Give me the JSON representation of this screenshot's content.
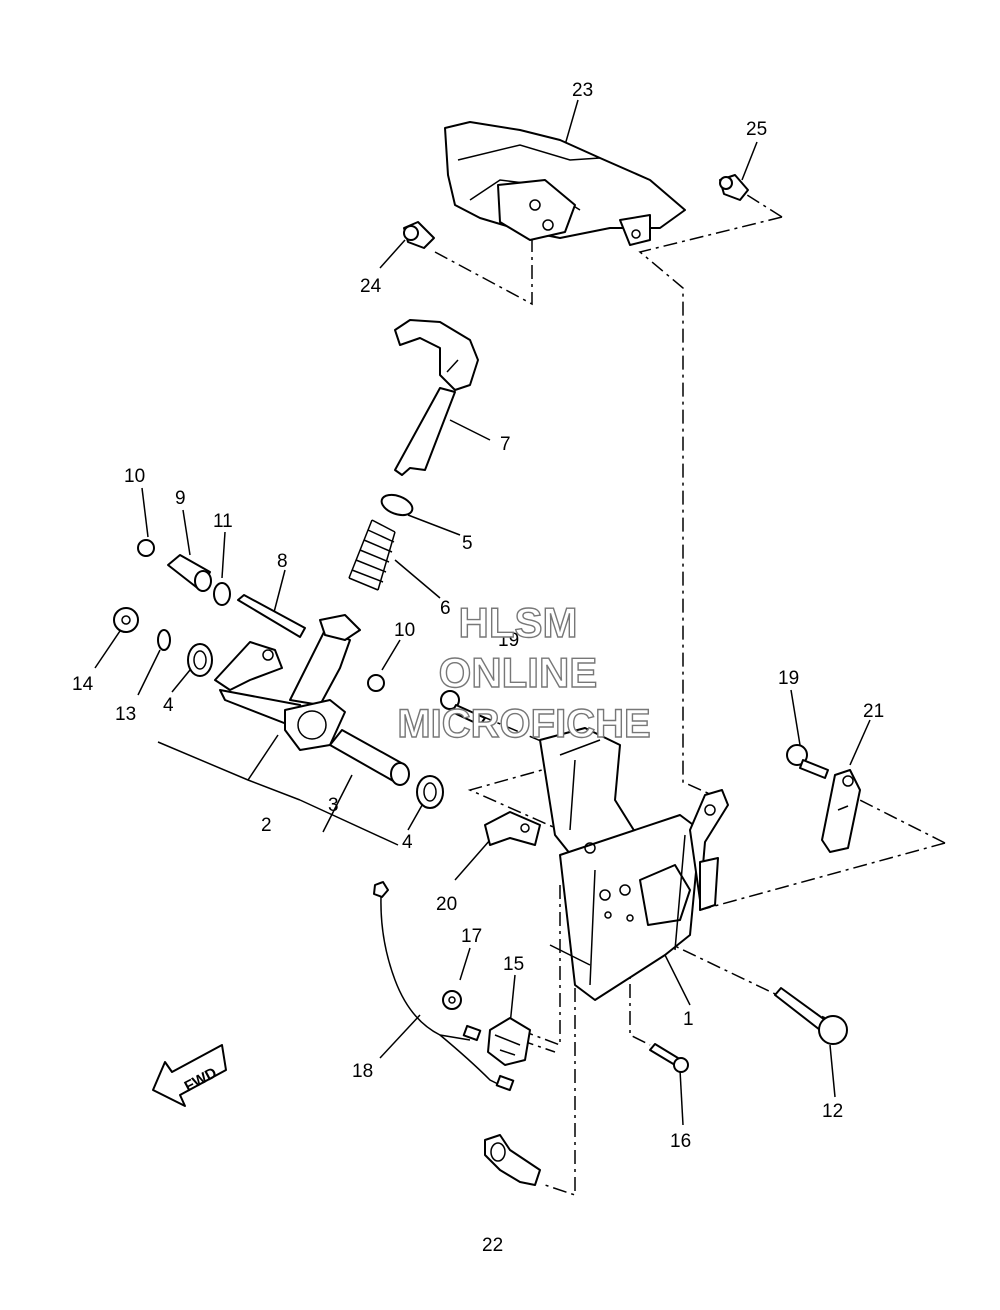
{
  "labels": {
    "l1": "1",
    "l2": "2",
    "l3": "3",
    "l4a": "4",
    "l4b": "4",
    "l5": "5",
    "l6": "6",
    "l7": "7",
    "l8": "8",
    "l9": "9",
    "l10a": "10",
    "l10b": "10",
    "l11": "11",
    "l12": "12",
    "l13": "13",
    "l14": "14",
    "l15": "15",
    "l16": "16",
    "l17": "17",
    "l18": "18",
    "l19a": "19",
    "l19b": "19",
    "l20": "20",
    "l21": "21",
    "l22": "22",
    "l23": "23",
    "l24": "24",
    "l25": "25"
  },
  "fwd_label": "FWD",
  "watermark": {
    "line1": "HLSM",
    "line2": "ONLINE",
    "line3": "MICROFICHE"
  }
}
